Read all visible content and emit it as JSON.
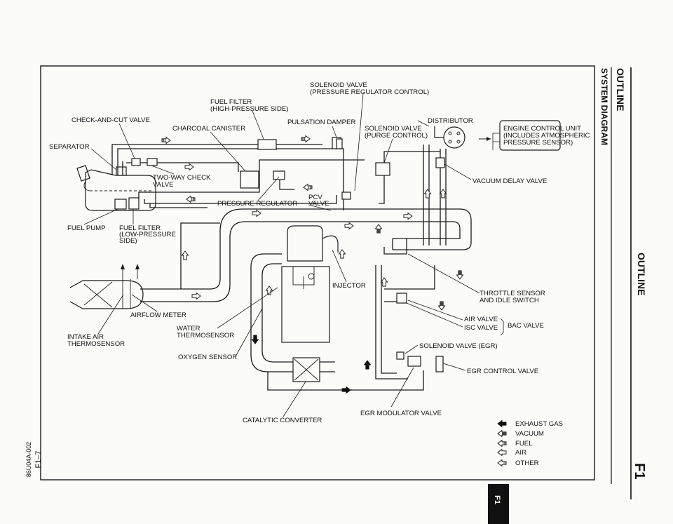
{
  "header": {
    "section_title": "OUTLINE",
    "section_subtitle": "SYSTEM DIAGRAM",
    "right_title": "OUTLINE",
    "page_code": "F1",
    "tab_code": "F1",
    "doc_number": "86U04A-002",
    "page_number": "F1–7"
  },
  "labels": {
    "solenoid_prc_1": "SOLENOID VALVE",
    "solenoid_prc_2": "(PRESSURE REGULATOR CONTROL)",
    "fuel_filter_hp_1": "FUEL FILTER",
    "fuel_filter_hp_2": "(HIGH-PRESSURE SIDE)",
    "pulsation_damper": "PULSATION DAMPER",
    "distributor": "DISTRIBUTOR",
    "check_cut_valve": "CHECK-AND-CUT VALVE",
    "charcoal_canister": "CHARCOAL CANISTER",
    "solenoid_purge_1": "SOLENOID VALVE",
    "solenoid_purge_2": "(PURGE CONTROL)",
    "ecu_1": "ENGINE CONTROL UNIT",
    "ecu_2": "(INCLUDES ATMOSPHERIC",
    "ecu_3": "PRESSURE SENSOR)",
    "separator": "SEPARATOR",
    "two_way_1": "TWO-WAY CHECK",
    "two_way_2": "VALVE",
    "vacuum_delay": "VACUUM DELAY VALVE",
    "pcv_1": "PCV",
    "pcv_2": "VALVE",
    "pressure_regulator": "PRESSURE REGULATOR",
    "fuel_pump": "FUEL PUMP",
    "fuel_filter_lp_1": "FUEL FILTER",
    "fuel_filter_lp_2": "(LOW-PRESSURE",
    "fuel_filter_lp_3": "SIDE)",
    "injector": "INJECTOR",
    "throttle_1": "THROTTLE SENSOR",
    "throttle_2": "AND IDLE SWITCH",
    "airflow_meter": "AIRFLOW METER",
    "air_valve": "AIR VALVE",
    "isc_valve": "ISC VALVE",
    "bac_valve": "BAC VALVE",
    "water_thermo_1": "WATER",
    "water_thermo_2": "THERMOSENSOR",
    "intake_thermo_1": "INTAKE AIR",
    "intake_thermo_2": "THERMOSENSOR",
    "solenoid_egr": "SOLENOID VALVE (EGR)",
    "oxygen_sensor": "OXYGEN SENSOR",
    "egr_control": "EGR CONTROL VALVE",
    "catalytic": "CATALYTIC CONVERTER",
    "egr_modulator": "EGR MODULATOR VALVE"
  },
  "legend": [
    {
      "icon": "exhaust-gas-arrow-icon",
      "label": "EXHAUST GAS"
    },
    {
      "icon": "vacuum-arrow-icon",
      "label": "VACUUM"
    },
    {
      "icon": "fuel-arrow-icon",
      "label": "FUEL"
    },
    {
      "icon": "air-arrow-icon",
      "label": "AIR"
    },
    {
      "icon": "other-arrow-icon",
      "label": "OTHER"
    }
  ]
}
